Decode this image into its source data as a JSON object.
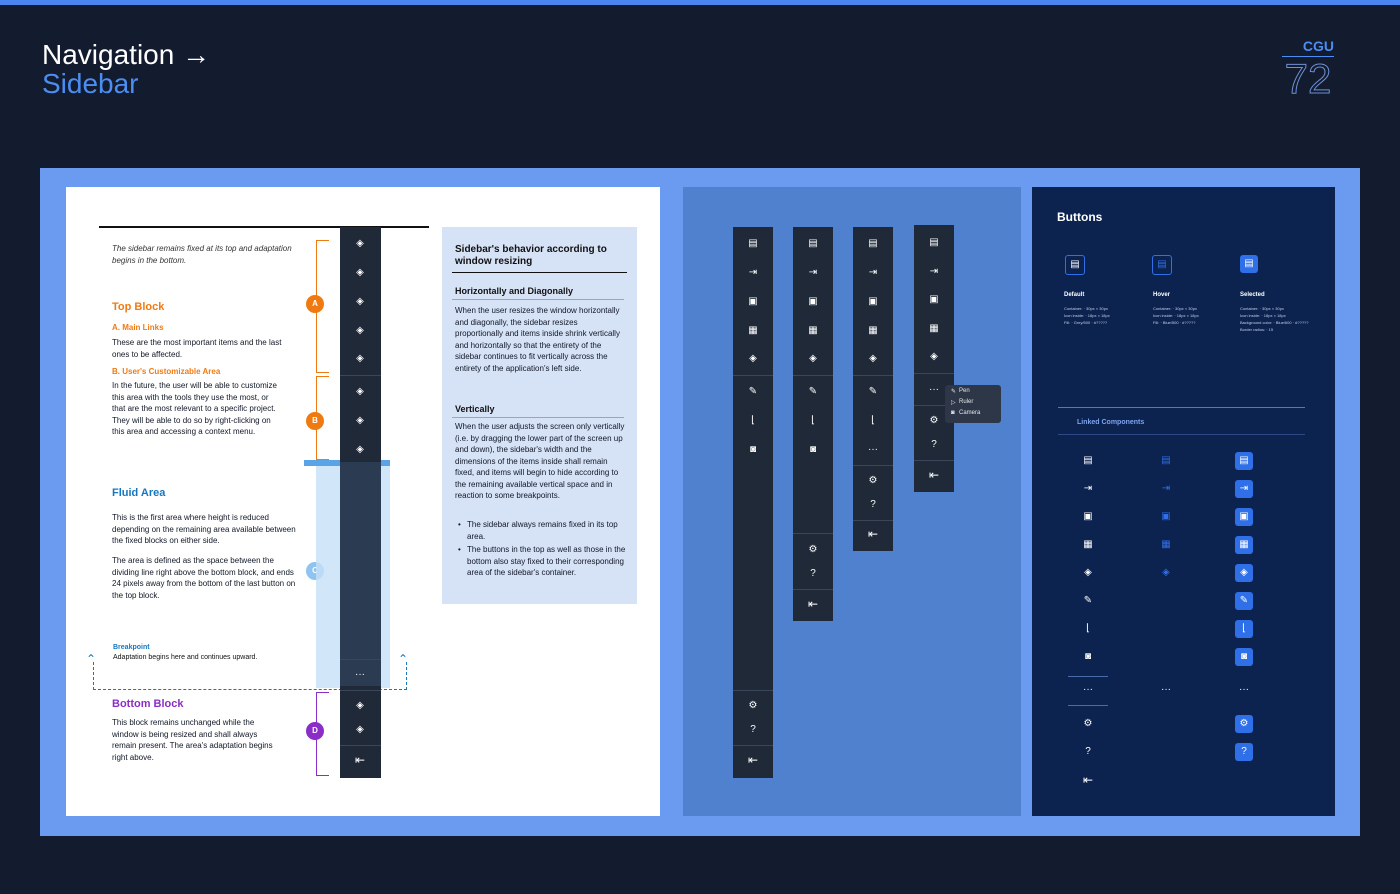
{
  "header": {
    "nav_title": "Navigation →",
    "sub_title": "Sidebar",
    "brand": "CGU",
    "page_number": "72"
  },
  "doc": {
    "intro": "The sidebar remains fixed at its top and adaptation begins in the bottom.",
    "top_block": {
      "title": "Top Block",
      "a_title": "A. Main Links",
      "a_text": "These are the most important items and the last ones to be affected.",
      "b_title": "B. User's Customizable Area",
      "b_text": "In the future, the user will be able to customize this area with the tools they use the most, or that are the most relevant to a specific project. They will be able to do so by right-clicking on this area and accessing a context menu."
    },
    "fluid": {
      "title": "Fluid Area",
      "p1": "This is the first area where height is reduced depending on the remaining area available between the fixed blocks on either side.",
      "p2": "The area is defined as the space between the dividing line right above the bottom block, and ends 24 pixels away from the bottom of the last button on the top block."
    },
    "breakpoint": {
      "title": "Breakpoint",
      "text": "Adaptation begins here and continues upward."
    },
    "bottom_block": {
      "title": "Bottom Block",
      "text": "This block remains unchanged while the window is being resized and shall always remain present. The area's adaptation begins right above."
    },
    "badges": [
      "A",
      "B",
      "C",
      "D"
    ],
    "more": "···"
  },
  "info": {
    "title": "Sidebar's behavior according to window resizing",
    "h1": "Horizontally and Diagonally",
    "p1": "When the user resizes the window horizontally and diagonally, the sidebar resizes proportionally and items inside shrink vertically and horizontally so that the entirety of the sidebar continues to fit vertically across the entirety of the application's left side.",
    "h2": "Vertically",
    "p2": "When the user adjusts the screen only vertically (i.e. by dragging the lower part of the screen up and down), the sidebar's width and the dimensions of the items inside shall remain fixed, and items will begin to hide according to the remaining available vertical space and in reaction to some breakpoints.",
    "bullets": [
      "The sidebar always remains fixed in its top area.",
      "The buttons in the top as well as those in the bottom also stay fixed to their corresponding area of the sidebar's container."
    ]
  },
  "context_menu": [
    "Pen",
    "Ruler",
    "Camera"
  ],
  "buttons_panel": {
    "title": "Buttons",
    "states": [
      {
        "label": "Default",
        "specs": [
          "Container: · 30px × 30px",
          "Icon inside: · 18px × 18px",
          "Fill: · Grey/500 · #?????"
        ]
      },
      {
        "label": "Hover",
        "specs": [
          "Container: · 30px × 30px",
          "Icon inside: · 18px × 18px",
          "Fill: · Blue/500 · #?????"
        ]
      },
      {
        "label": "Selected",
        "specs": [
          "Container: · 30px × 30px",
          "Icon inside: · 18px × 18px",
          "Background color: · Blue/600 · #?????",
          "Border radius: · 15"
        ]
      }
    ],
    "linked_title": "Linked Components",
    "more": "···"
  },
  "colors": {
    "background": "#131b2e",
    "board": "#6b9bf0",
    "sidebar": "#1f2938",
    "accent": "#2f6fe8",
    "orange": "#f07a12",
    "blue_text": "#1676c0",
    "purple": "#8a2ec7"
  },
  "icons": {
    "files": "files-icon",
    "import": "import-icon",
    "video": "video-icon",
    "grid": "grid-icon",
    "layers": "layers-icon",
    "pen": "pen-icon",
    "ruler": "ruler-icon",
    "camera": "camera-icon",
    "more": "more-icon",
    "settings": "gear-icon",
    "help": "help-icon",
    "logout": "logout-icon"
  }
}
